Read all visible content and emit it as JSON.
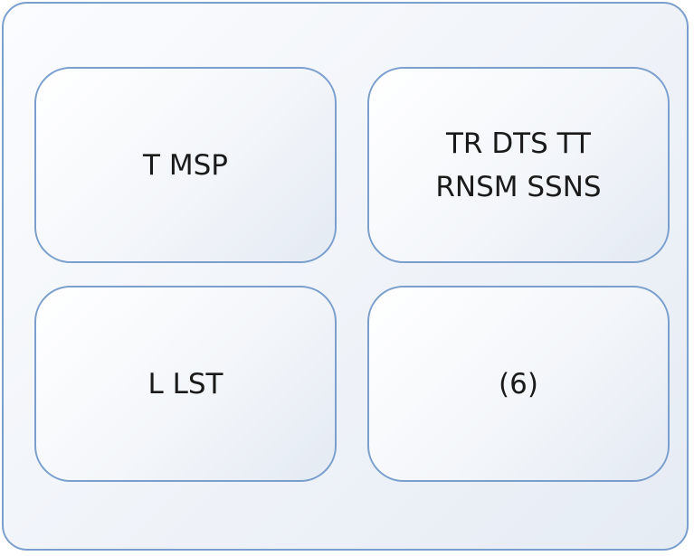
{
  "diagram": {
    "boxes": [
      {
        "id": "top-left",
        "label": "T MSP"
      },
      {
        "id": "top-right",
        "label": "TR DTS TT\nRNSM SSNS"
      },
      {
        "id": "bottom-left",
        "label": "L LST"
      },
      {
        "id": "bottom-right",
        "label": "(6)"
      }
    ]
  },
  "colors": {
    "border": "#7a9fcd",
    "text": "#1a1a1a"
  }
}
